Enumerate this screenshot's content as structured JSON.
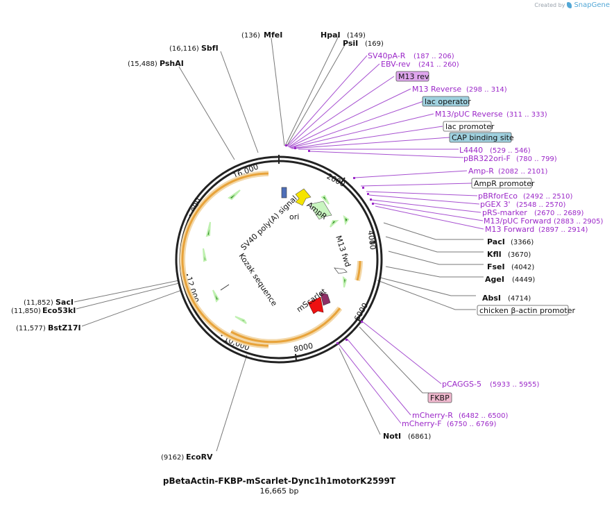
{
  "credit": {
    "prefix": "Created by",
    "brand": "SnapGene"
  },
  "plasmid": {
    "name": "pBetaActin-FKBP-mScarlet-Dync1h1motorK2599T",
    "size": "16,665 bp"
  },
  "ticks": [
    "16,000",
    "2000",
    "4000",
    "6000",
    "8000",
    "10,000",
    "12,000",
    "14,000"
  ],
  "features": {
    "sv40": "SV40 poly(A) signal",
    "ori": "ori",
    "ampr": "AmpR",
    "m13fwd": "M13 fwd",
    "kozak": "Kozak sequence",
    "mscarlet": "mScarlet"
  },
  "sites_left": [
    {
      "name": "MfeI",
      "pos": "(136)"
    },
    {
      "name": "SbfI",
      "pos": "(16,116)"
    },
    {
      "name": "PshAI",
      "pos": "(15,488)"
    },
    {
      "name": "SacI",
      "pos": "(11,852)"
    },
    {
      "name": "Eco53kI",
      "pos": "(11,850)"
    },
    {
      "name": "BstZ17I",
      "pos": "(11,577)"
    },
    {
      "name": "EcoRV",
      "pos": "(9162)"
    }
  ],
  "sites_right": [
    {
      "name": "HpaI",
      "pos": "(149)"
    },
    {
      "name": "PsiI",
      "pos": "(169)"
    },
    {
      "name": "PacI",
      "pos": "(3366)"
    },
    {
      "name": "KflI",
      "pos": "(3670)"
    },
    {
      "name": "FseI",
      "pos": "(4042)"
    },
    {
      "name": "AgeI",
      "pos": "(4449)"
    },
    {
      "name": "AbsI",
      "pos": "(4714)"
    },
    {
      "name": "NotI",
      "pos": "(6861)"
    }
  ],
  "primers": [
    {
      "name": "SV40pA-R",
      "pos": "(187 .. 206)"
    },
    {
      "name": "EBV-rev",
      "pos": "(241 .. 260)"
    },
    {
      "name": "M13 Reverse",
      "pos": "(298 .. 314)"
    },
    {
      "name": "M13/pUC Reverse",
      "pos": "(311 .. 333)"
    },
    {
      "name": "L4440",
      "pos": "(529 .. 546)"
    },
    {
      "name": "pBR322ori-F",
      "pos": "(780 .. 799)"
    },
    {
      "name": "Amp-R",
      "pos": "(2082 .. 2101)"
    },
    {
      "name": "pBRforEco",
      "pos": "(2492 .. 2510)"
    },
    {
      "name": "pGEX 3'",
      "pos": "(2548 .. 2570)"
    },
    {
      "name": "pRS-marker",
      "pos": "(2670 .. 2689)"
    },
    {
      "name": "M13/pUC Forward",
      "pos": "(2883 .. 2905)"
    },
    {
      "name": "M13 Forward",
      "pos": "(2897 .. 2914)"
    },
    {
      "name": "pCAGGS-5",
      "pos": "(5933 .. 5955)"
    },
    {
      "name": "mCherry-R",
      "pos": "(6482 .. 6500)"
    },
    {
      "name": "mCherry-F",
      "pos": "(6750 .. 6769)"
    }
  ],
  "boxes": {
    "m13rev": "M13 rev",
    "lacop": "lac operator",
    "lacprom": "lac promoter",
    "cap": "CAP binding site",
    "ampprom": "AmpR promoter",
    "actin": "chicken β-actin promoter",
    "fkbp": "FKBP"
  },
  "colors": {
    "backbone": "#222222",
    "primer": "#9b27c8",
    "orf_orange": "#e8a33a",
    "arrow_green": "#2e8b22",
    "ori_yellow": "#f5e400",
    "ampr_green": "#c9f5c0",
    "mscarlet_red": "#ee1111",
    "fkbp_magenta": "#8e2f66",
    "promoter_box": "#ffffff",
    "cap_box": "#9fd1df",
    "m13rev_box": "#dfa6ee",
    "fkbp_box": "#f1b9cf"
  }
}
